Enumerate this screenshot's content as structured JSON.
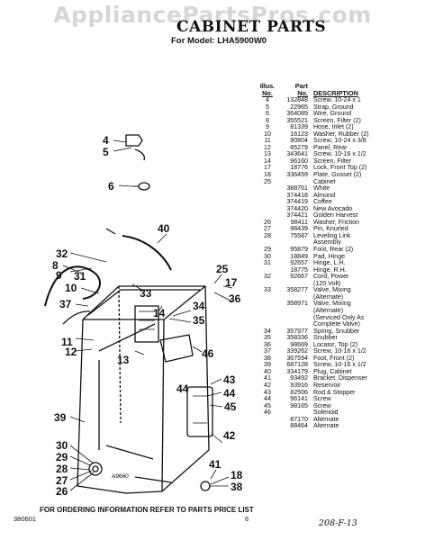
{
  "watermark": "AppliancePartsPros.com",
  "title": "CABINET PARTS",
  "model": "For Model: LHA5900W0",
  "headers": {
    "illus_line1": "Illus.",
    "illus_line2": "No.",
    "part_line1": "Part",
    "part_line2": "No.",
    "description": "DESCRIPTION"
  },
  "parts": [
    {
      "illus": "4",
      "part": "132848",
      "desc": "Screw, 10-24 x 1"
    },
    {
      "illus": "5",
      "part": "22965",
      "desc": "Strap, Ground"
    },
    {
      "illus": "6",
      "part": "364089",
      "desc": "Wire, Ground"
    },
    {
      "illus": "8",
      "part": "355521",
      "desc": "Screen, Filter (2)"
    },
    {
      "illus": "9",
      "part": "81339",
      "desc": "Hose, Inlet (2)"
    },
    {
      "illus": "10",
      "part": "16123",
      "desc": "Washer, Rubber (2)"
    },
    {
      "illus": "11",
      "part": "90804",
      "desc": "Screw, 10-24 x 3/8"
    },
    {
      "illus": "12",
      "part": "85279",
      "desc": "Panel, Rear"
    },
    {
      "illus": "13",
      "part": "343641",
      "desc": "Screw, 10-16 x 1/2"
    },
    {
      "illus": "14",
      "part": "96160",
      "desc": "Screen, Filter"
    },
    {
      "illus": "17",
      "part": "18776",
      "desc": "Lock, Front Top (2)"
    },
    {
      "illus": "18",
      "part": "336459",
      "desc": "Plate, Gusset (2)"
    },
    {
      "illus": "25",
      "part": "",
      "desc": "Cabinet"
    },
    {
      "illus": "",
      "part": "388761",
      "desc": "White"
    },
    {
      "illus": "",
      "part": "374418",
      "desc": "Almond"
    },
    {
      "illus": "",
      "part": "374419",
      "desc": "Coffee"
    },
    {
      "illus": "",
      "part": "374420",
      "desc": "New Avocado"
    },
    {
      "illus": "",
      "part": "374421",
      "desc": "Golden Harvest"
    },
    {
      "illus": "26",
      "part": "98411",
      "desc": "Washer, Friction"
    },
    {
      "illus": "27",
      "part": "98439",
      "desc": "Pin, Knurled"
    },
    {
      "illus": "28",
      "part": "75587",
      "desc": "Leveling Link"
    },
    {
      "illus": "",
      "part": "",
      "desc": "Assembly"
    },
    {
      "illus": "29",
      "part": "95879",
      "desc": "Foot, Rear (2)"
    },
    {
      "illus": "30",
      "part": "18849",
      "desc": "Pad, Hinge"
    },
    {
      "illus": "31",
      "part": "92657",
      "desc": "Hinge, L.H."
    },
    {
      "illus": "",
      "part": "18775",
      "desc": "Hinge, R.H."
    },
    {
      "illus": "32",
      "part": "92667",
      "desc": "Cord, Power"
    },
    {
      "illus": "",
      "part": "",
      "desc": "(120 Volt)"
    },
    {
      "illus": "33",
      "part": "358277",
      "desc": "Valve, Mixing"
    },
    {
      "illus": "",
      "part": "",
      "desc": "(Alternate)"
    },
    {
      "illus": "",
      "part": "358971",
      "desc": "Valve, Mixing"
    },
    {
      "illus": "",
      "part": "",
      "desc": "(Alternate)"
    },
    {
      "illus": "",
      "part": "",
      "desc": "(Serviced Only As"
    },
    {
      "illus": "",
      "part": "",
      "desc": "Complete Valve)"
    },
    {
      "illus": "34",
      "part": "357977",
      "desc": "Spring, Snubber"
    },
    {
      "illus": "35",
      "part": "358336",
      "desc": "Snubber"
    },
    {
      "illus": "36",
      "part": "98669",
      "desc": "Locator, Top (2)"
    },
    {
      "illus": "37",
      "part": "339262",
      "desc": "Screw, 10-16 x 1/2"
    },
    {
      "illus": "38",
      "part": "367594",
      "desc": "Foot, Front (2)"
    },
    {
      "illus": "39",
      "part": "687128",
      "desc": "Screw, 10-16 x 1/2"
    },
    {
      "illus": "40",
      "part": "334179",
      "desc": "Plug, Cabinet"
    },
    {
      "illus": "41",
      "part": "93492",
      "desc": "Bracket, Dispenser"
    },
    {
      "illus": "42",
      "part": "93916",
      "desc": "Reservoir"
    },
    {
      "illus": "43",
      "part": "82506",
      "desc": "Rod & Stopper"
    },
    {
      "illus": "44",
      "part": "96141",
      "desc": "Screw"
    },
    {
      "illus": "45",
      "part": "98165",
      "desc": "Screw"
    },
    {
      "illus": "46",
      "part": "",
      "desc": "Solenoid"
    },
    {
      "illus": "",
      "part": "87170",
      "desc": "Alternate"
    },
    {
      "illus": "",
      "part": "88464",
      "desc": "Alternate"
    }
  ],
  "callouts": {
    "c4": "4",
    "c5": "5",
    "c6": "6",
    "c40": "40",
    "c32": "32",
    "c8": "8",
    "c9": "9",
    "c10": "10",
    "c31": "31",
    "c37": "37",
    "c25": "25",
    "c17": "17",
    "c36": "36",
    "c33": "33",
    "c14": "14",
    "c34": "34",
    "c35": "35",
    "c11": "11",
    "c12": "12",
    "c13": "13",
    "c46": "46",
    "c43": "43",
    "c44": "44",
    "c42": "42",
    "c41": "41",
    "c45": "45",
    "c39": "39",
    "c30": "30",
    "c29": "29",
    "c28": "28",
    "c27": "27",
    "c26": "26",
    "c18": "18",
    "c38": "38"
  },
  "figure_code": "A9660",
  "footer": "FOR ORDERING INFORMATION REFER TO PARTS PRICE LIST",
  "doc_code": "380601",
  "page_number": "6",
  "handwritten": "208-F-13"
}
